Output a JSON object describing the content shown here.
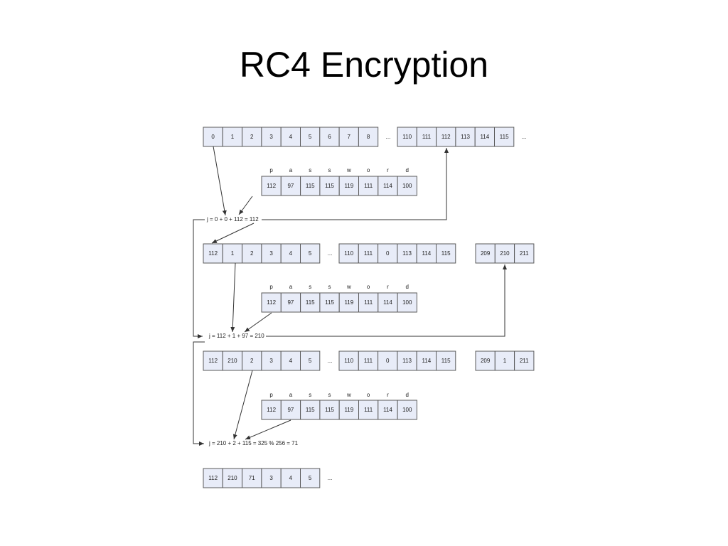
{
  "title": "RC4 Encryption",
  "colors": {
    "cell_fill": "#e8ecf8",
    "cell_stroke": "#5a5a5a",
    "arrow": "#333333",
    "text": "#222222"
  },
  "key": {
    "letters": [
      "p",
      "a",
      "s",
      "s",
      "w",
      "o",
      "r",
      "d"
    ],
    "values": [
      "112",
      "97",
      "115",
      "115",
      "119",
      "111",
      "114",
      "100"
    ]
  },
  "ellipsis": "...",
  "rows": [
    {
      "name": "s-array-initial",
      "groups": [
        [
          "0",
          "1",
          "2",
          "3",
          "4",
          "5",
          "6",
          "7",
          "8"
        ],
        [
          "110",
          "111",
          "112",
          "113",
          "114",
          "115"
        ]
      ]
    },
    {
      "name": "s-array-after-swap-1",
      "groups": [
        [
          "112",
          "1",
          "2",
          "3",
          "4",
          "5"
        ],
        [
          "110",
          "111",
          "0",
          "113",
          "114",
          "115"
        ],
        [
          "209",
          "210",
          "211"
        ]
      ]
    },
    {
      "name": "s-array-after-swap-2",
      "groups": [
        [
          "112",
          "210",
          "2",
          "3",
          "4",
          "5"
        ],
        [
          "110",
          "111",
          "0",
          "113",
          "114",
          "115"
        ],
        [
          "209",
          "1",
          "211"
        ]
      ]
    },
    {
      "name": "s-array-after-swap-3",
      "groups": [
        [
          "112",
          "210",
          "71",
          "3",
          "4",
          "5"
        ]
      ]
    }
  ],
  "equations": [
    "j = 0 + 0 + 112 = 112",
    "j = 112 + 1 + 97 = 210",
    "j = 210 + 2 + 115 = 325 % 256 = 71"
  ]
}
